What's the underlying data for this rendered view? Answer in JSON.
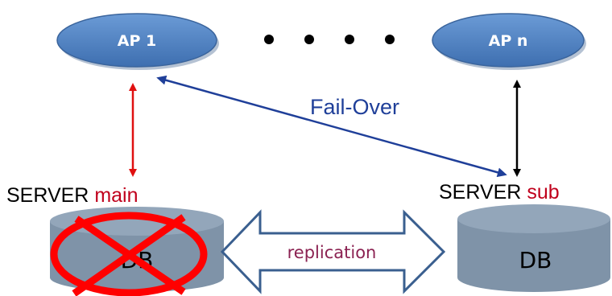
{
  "nodes": {
    "ap_first": "AP 1",
    "ap_last": "AP n",
    "server_main": {
      "prefix": "SERVER ",
      "suffix": "main"
    },
    "server_sub": {
      "prefix": "SERVER ",
      "suffix": "sub"
    },
    "db_main": "DB",
    "db_sub": "DB"
  },
  "edges": {
    "failover": "Fail-Over",
    "replication": "replication"
  },
  "colors": {
    "ap_fill": "#4f81bd",
    "db_fill": "#7f93a8",
    "fault_cross": "#ff0000",
    "failover_arrow": "#1f3f99",
    "server_suffix": "#c0001c"
  }
}
